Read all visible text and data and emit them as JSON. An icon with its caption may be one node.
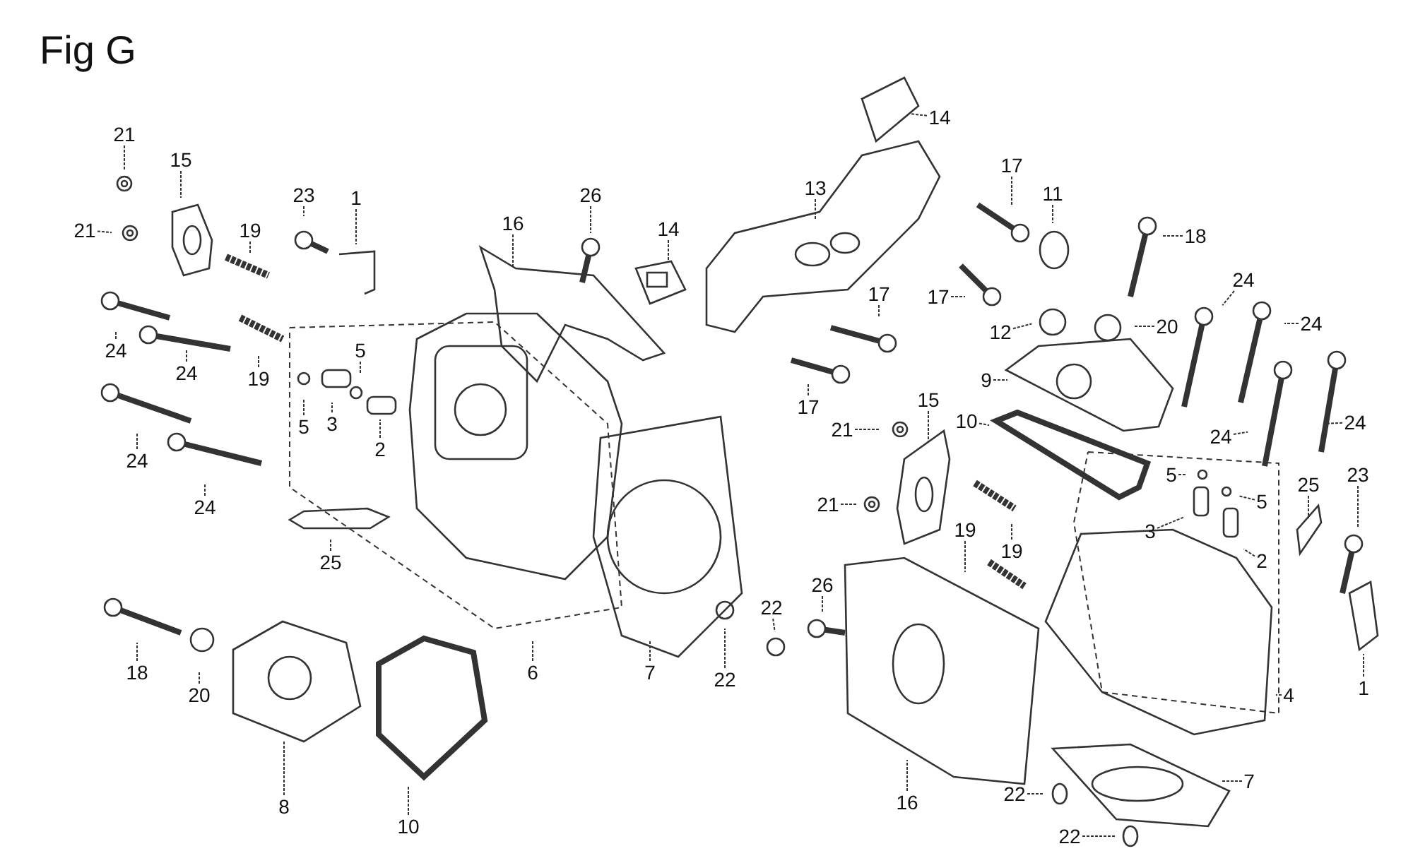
{
  "diagram": {
    "title": "Fig G",
    "nodes": [
      {
        "text": [
          "21"
        ]
      },
      {
        "text": [
          "21"
        ]
      },
      {
        "text": [
          "15"
        ]
      },
      {
        "text": [
          "23"
        ]
      },
      {
        "text": [
          "1"
        ]
      },
      {
        "text": [
          "19"
        ]
      },
      {
        "text": [
          "16"
        ]
      },
      {
        "text": [
          "26"
        ]
      },
      {
        "text": [
          "14"
        ]
      },
      {
        "text": [
          "24"
        ]
      },
      {
        "text": [
          "24"
        ]
      },
      {
        "text": [
          "19"
        ]
      },
      {
        "text": [
          "5"
        ]
      },
      {
        "text": [
          "3"
        ]
      },
      {
        "text": [
          "5"
        ]
      },
      {
        "text": [
          "2"
        ]
      },
      {
        "text": [
          "24"
        ]
      },
      {
        "text": [
          "24"
        ]
      },
      {
        "text": [
          "25"
        ]
      },
      {
        "text": [
          "18"
        ]
      },
      {
        "text": [
          "20"
        ]
      },
      {
        "text": [
          "6"
        ]
      },
      {
        "text": [
          "7"
        ]
      },
      {
        "text": [
          "22"
        ]
      },
      {
        "text": [
          "8"
        ]
      },
      {
        "text": [
          "10"
        ]
      },
      {
        "text": [
          "14"
        ]
      },
      {
        "text": [
          "13"
        ]
      },
      {
        "text": [
          "17"
        ]
      },
      {
        "text": [
          "11"
        ]
      },
      {
        "text": [
          "18"
        ]
      },
      {
        "text": [
          "17"
        ]
      },
      {
        "text": [
          "12"
        ]
      },
      {
        "text": [
          "20"
        ]
      },
      {
        "text": [
          "24"
        ]
      },
      {
        "text": [
          "24"
        ]
      },
      {
        "text": [
          "17"
        ]
      },
      {
        "text": [
          "17"
        ]
      },
      {
        "text": [
          "9"
        ]
      },
      {
        "text": [
          "21"
        ]
      },
      {
        "text": [
          "15"
        ]
      },
      {
        "text": [
          "10"
        ]
      },
      {
        "text": [
          "24"
        ]
      },
      {
        "text": [
          "24"
        ]
      },
      {
        "text": [
          "5"
        ]
      },
      {
        "text": [
          "3"
        ]
      },
      {
        "text": [
          "5"
        ]
      },
      {
        "text": [
          "25"
        ]
      },
      {
        "text": [
          "23"
        ]
      },
      {
        "text": [
          "2"
        ]
      },
      {
        "text": [
          "21"
        ]
      },
      {
        "text": [
          "19"
        ]
      },
      {
        "text": [
          "19"
        ]
      },
      {
        "text": [
          "26"
        ]
      },
      {
        "text": [
          "22"
        ]
      },
      {
        "text": [
          "4"
        ]
      },
      {
        "text": [
          "1"
        ]
      },
      {
        "text": [
          "16"
        ]
      },
      {
        "text": [
          "22"
        ]
      },
      {
        "text": [
          "7"
        ]
      },
      {
        "text": [
          "22"
        ]
      }
    ],
    "edges": [
      {
        "from": 0,
        "to": null,
        "arrow": "none"
      },
      {
        "from": 1,
        "to": null,
        "arrow": "none"
      },
      {
        "from": 2,
        "to": null,
        "arrow": "none"
      },
      {
        "from": 3,
        "to": null,
        "arrow": "none"
      },
      {
        "from": 4,
        "to": null,
        "arrow": "none"
      },
      {
        "from": 5,
        "to": null,
        "arrow": "none"
      },
      {
        "from": 6,
        "to": null,
        "arrow": "none"
      },
      {
        "from": 7,
        "to": null,
        "arrow": "none"
      },
      {
        "from": 8,
        "to": null,
        "arrow": "none"
      },
      {
        "from": 9,
        "to": null,
        "arrow": "none"
      },
      {
        "from": 10,
        "to": null,
        "arrow": "none"
      },
      {
        "from": 11,
        "to": null,
        "arrow": "none"
      },
      {
        "from": 12,
        "to": null,
        "arrow": "none"
      },
      {
        "from": 13,
        "to": null,
        "arrow": "none"
      },
      {
        "from": 14,
        "to": null,
        "arrow": "none"
      },
      {
        "from": 15,
        "to": null,
        "arrow": "none"
      },
      {
        "from": 16,
        "to": null,
        "arrow": "none"
      },
      {
        "from": 17,
        "to": null,
        "arrow": "none"
      },
      {
        "from": 18,
        "to": null,
        "arrow": "none"
      },
      {
        "from": 19,
        "to": null,
        "arrow": "none"
      },
      {
        "from": 20,
        "to": null,
        "arrow": "none"
      },
      {
        "from": 21,
        "to": null,
        "arrow": "none"
      },
      {
        "from": 22,
        "to": null,
        "arrow": "none"
      },
      {
        "from": 23,
        "to": null,
        "arrow": "none"
      },
      {
        "from": 24,
        "to": null,
        "arrow": "none"
      },
      {
        "from": 25,
        "to": null,
        "arrow": "none"
      },
      {
        "from": 26,
        "to": null,
        "arrow": "none"
      },
      {
        "from": 27,
        "to": null,
        "arrow": "none"
      },
      {
        "from": 28,
        "to": null,
        "arrow": "none"
      },
      {
        "from": 29,
        "to": null,
        "arrow": "none"
      },
      {
        "from": 30,
        "to": null,
        "arrow": "none"
      },
      {
        "from": 31,
        "to": null,
        "arrow": "none"
      },
      {
        "from": 32,
        "to": null,
        "arrow": "none"
      },
      {
        "from": 33,
        "to": null,
        "arrow": "none"
      },
      {
        "from": 34,
        "to": null,
        "arrow": "none"
      },
      {
        "from": 35,
        "to": null,
        "arrow": "none"
      },
      {
        "from": 36,
        "to": null,
        "arrow": "none"
      },
      {
        "from": 37,
        "to": null,
        "arrow": "none"
      },
      {
        "from": 38,
        "to": null,
        "arrow": "none"
      },
      {
        "from": 39,
        "to": null,
        "arrow": "none"
      },
      {
        "from": 40,
        "to": null,
        "arrow": "none"
      },
      {
        "from": 41,
        "to": null,
        "arrow": "none"
      },
      {
        "from": 42,
        "to": null,
        "arrow": "none"
      },
      {
        "from": 43,
        "to": null,
        "arrow": "none"
      },
      {
        "from": 44,
        "to": null,
        "arrow": "none"
      },
      {
        "from": 45,
        "to": null,
        "arrow": "none"
      },
      {
        "from": 46,
        "to": null,
        "arrow": "none"
      },
      {
        "from": 47,
        "to": null,
        "arrow": "none"
      },
      {
        "from": 48,
        "to": null,
        "arrow": "none"
      },
      {
        "from": 49,
        "to": null,
        "arrow": "none"
      },
      {
        "from": 50,
        "to": null,
        "arrow": "none"
      },
      {
        "from": 51,
        "to": null,
        "arrow": "none"
      },
      {
        "from": 52,
        "to": null,
        "arrow": "none"
      },
      {
        "from": 53,
        "to": null,
        "arrow": "none"
      },
      {
        "from": 54,
        "to": null,
        "arrow": "none"
      },
      {
        "from": 55,
        "to": null,
        "arrow": "none"
      },
      {
        "from": 56,
        "to": null,
        "arrow": "none"
      },
      {
        "from": 57,
        "to": null,
        "arrow": "none"
      },
      {
        "from": 58,
        "to": null,
        "arrow": "none"
      },
      {
        "from": 59,
        "to": null,
        "arrow": "none"
      },
      {
        "from": 60,
        "to": null,
        "arrow": "none"
      }
    ]
  }
}
